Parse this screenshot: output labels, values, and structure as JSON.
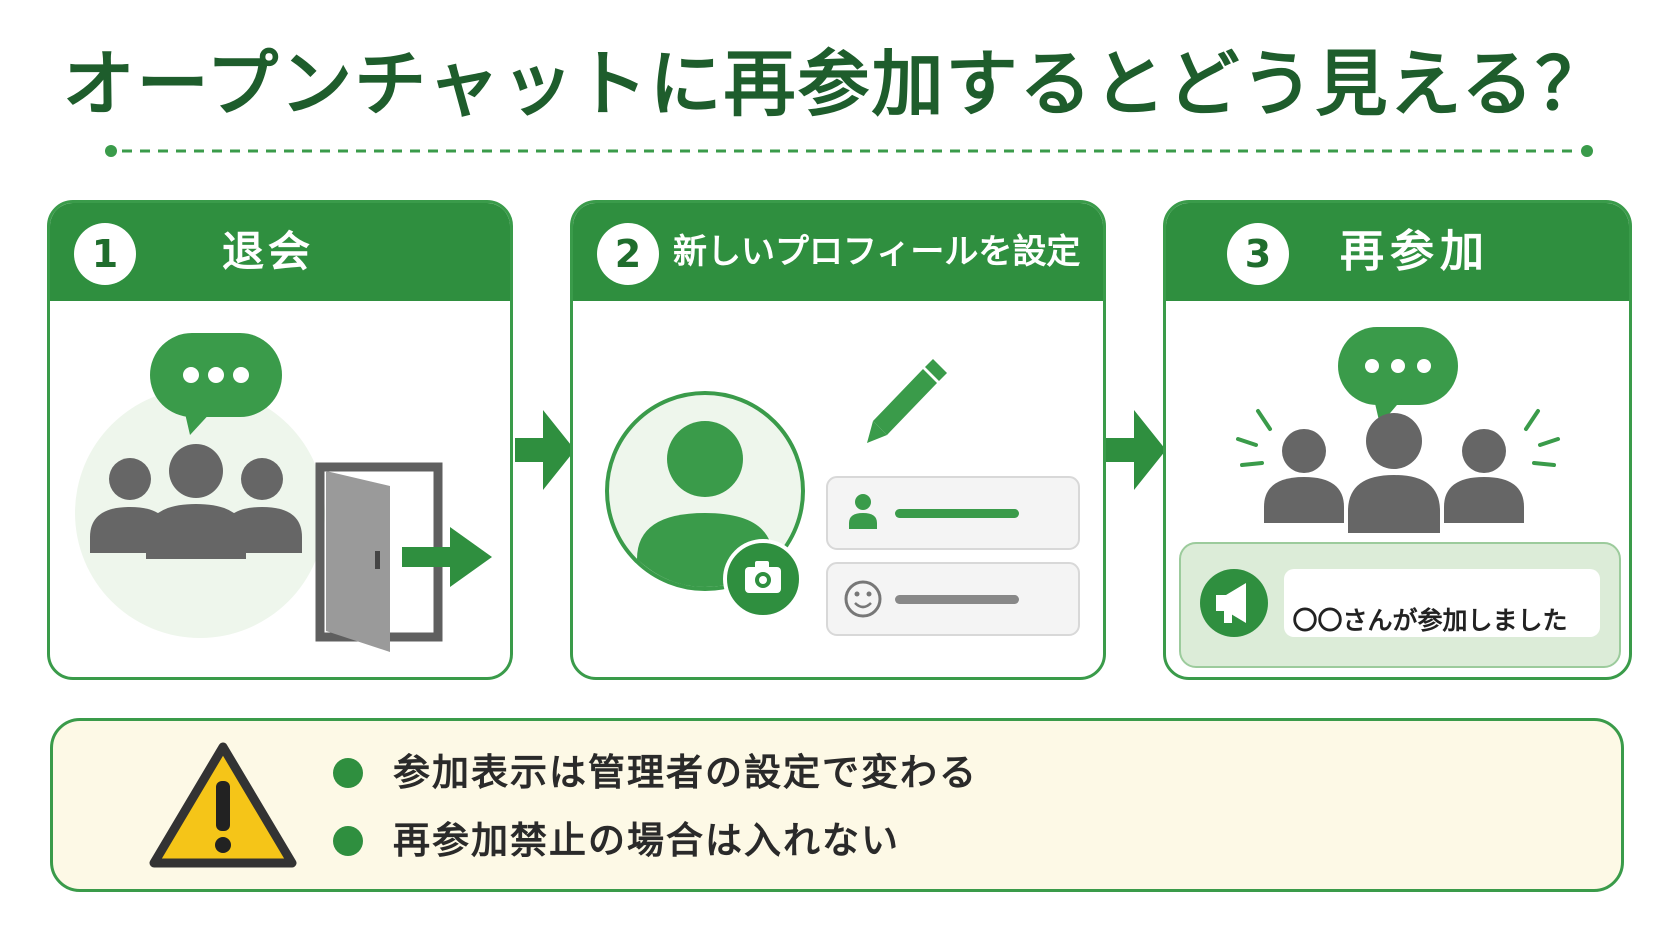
{
  "title": "オープンチャットに再参加するとどう見える？",
  "steps": [
    {
      "number": "1",
      "title": "退会"
    },
    {
      "number": "2",
      "title": "新しいプロフィールを設定"
    },
    {
      "number": "3",
      "title": "再参加"
    }
  ],
  "join_notice": "〇〇さんが参加しました",
  "notes": [
    "参加表示は管理者の設定で変わる",
    "再参加禁止の場合は入れない"
  ],
  "colors": {
    "primary_green": "#2f8f3f",
    "title_green": "#1e5d2c",
    "person_gray": "#666666",
    "warning_yellow": "#f5c518",
    "note_background": "#fdf9e6"
  },
  "icons": [
    "chat-bubble-icon",
    "people-group-icon",
    "door-exit-icon",
    "exit-arrow-icon",
    "profile-avatar-icon",
    "camera-icon",
    "pencil-icon",
    "person-field-icon",
    "smiley-field-icon",
    "megaphone-icon",
    "warning-icon",
    "step-arrow-icon"
  ]
}
